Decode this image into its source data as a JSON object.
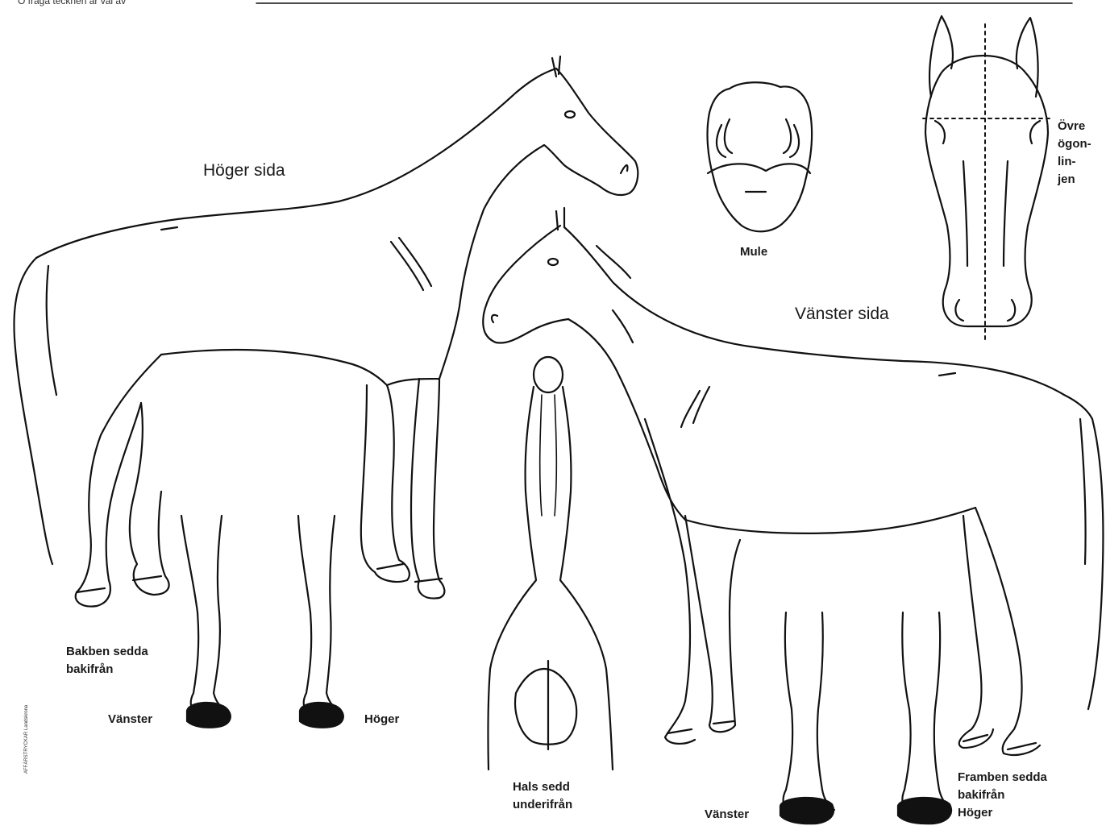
{
  "header_fragment": "Ö fråga tecknen är väl av",
  "labels": {
    "right_side": "Höger sida",
    "left_side": "Vänster sida",
    "muzzle": "Mule",
    "eye_line": [
      "Övre",
      "ögon-",
      "lin-",
      "jen"
    ],
    "hind_legs": [
      "Bakben sedda",
      "bakifrån"
    ],
    "hind_left": "Vänster",
    "hind_right": "Höger",
    "neck_below": [
      "Hals sedd",
      "underifrån"
    ],
    "front_legs": [
      "Framben sedda",
      "bakifrån"
    ],
    "front_left": "Vänster",
    "front_right": "Höger",
    "printer": "AFFÄRSTRYCKAR Landskrona"
  }
}
